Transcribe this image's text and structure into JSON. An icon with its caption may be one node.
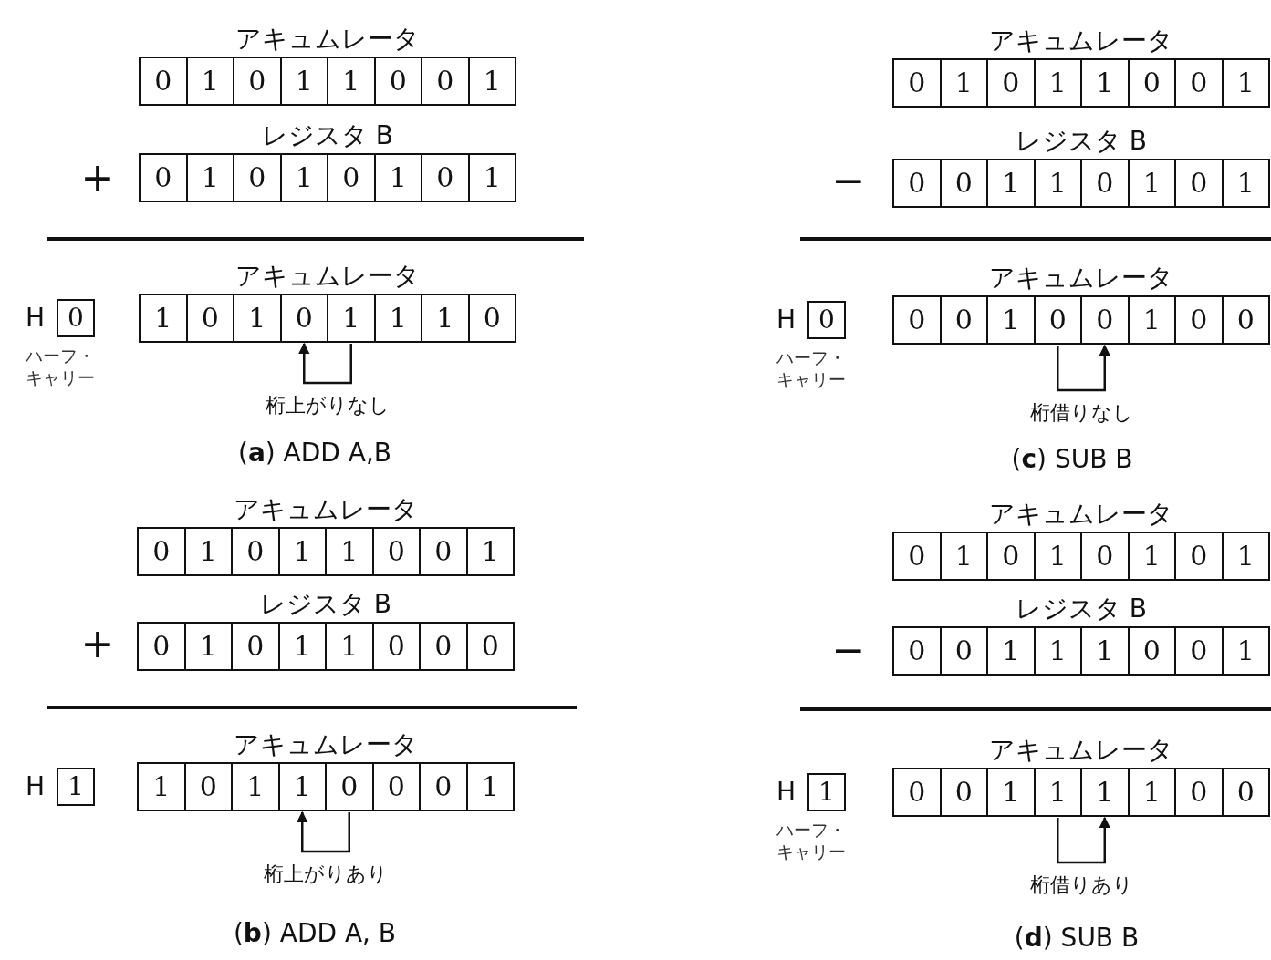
{
  "diagram": {
    "nodes": [
      {
        "text": [
          "アキュムレータ"
        ]
      },
      {
        "text": [
          "0"
        ],
        "in": 0
      },
      {
        "text": [
          "1"
        ],
        "in": 0
      },
      {
        "text": [
          "0"
        ],
        "in": 0
      },
      {
        "text": [
          "1"
        ],
        "in": 0
      },
      {
        "text": [
          "1"
        ],
        "in": 0
      },
      {
        "text": [
          "0"
        ],
        "in": 0
      },
      {
        "text": [
          "0"
        ],
        "in": 0
      },
      {
        "text": [
          "1"
        ],
        "in": 0
      },
      {
        "text": [
          "レジスタ B"
        ]
      },
      {
        "text": [
          "0"
        ],
        "in": 9
      },
      {
        "text": [
          "1"
        ],
        "in": 9
      },
      {
        "text": [
          "0"
        ],
        "in": 9
      },
      {
        "text": [
          "1"
        ],
        "in": 9
      },
      {
        "text": [
          "0"
        ],
        "in": 9
      },
      {
        "text": [
          "1"
        ],
        "in": 9
      },
      {
        "text": [
          "0"
        ],
        "in": 9
      },
      {
        "text": [
          "1"
        ],
        "in": 9
      },
      {
        "text": [
          "0"
        ],
        "beside": [
          "H",
          "ハーフ・キャリー"
        ]
      },
      {
        "text": [
          "アキュムレータ"
        ]
      },
      {
        "text": [
          "1"
        ],
        "in": 19
      },
      {
        "text": [
          "0"
        ],
        "in": 19
      },
      {
        "text": [
          "1"
        ],
        "in": 19
      },
      {
        "text": [
          "0"
        ],
        "in": 19
      },
      {
        "text": [
          "1"
        ],
        "in": 19
      },
      {
        "text": [
          "1"
        ],
        "in": 19
      },
      {
        "text": [
          "1"
        ],
        "in": 19
      },
      {
        "text": [
          "0"
        ],
        "in": 19
      },
      {
        "text": [
          "アキュムレータ"
        ]
      },
      {
        "text": [
          "0"
        ],
        "in": 28
      },
      {
        "text": [
          "1"
        ],
        "in": 28
      },
      {
        "text": [
          "0"
        ],
        "in": 28
      },
      {
        "text": [
          "1"
        ],
        "in": 28
      },
      {
        "text": [
          "1"
        ],
        "in": 28
      },
      {
        "text": [
          "0"
        ],
        "in": 28
      },
      {
        "text": [
          "0"
        ],
        "in": 28
      },
      {
        "text": [
          "1"
        ],
        "in": 28
      },
      {
        "text": [
          "レジスタ B"
        ]
      },
      {
        "text": [
          "0"
        ],
        "in": 37
      },
      {
        "text": [
          "1"
        ],
        "in": 37
      },
      {
        "text": [
          "0"
        ],
        "in": 37
      },
      {
        "text": [
          "1"
        ],
        "in": 37
      },
      {
        "text": [
          "1"
        ],
        "in": 37
      },
      {
        "text": [
          "0"
        ],
        "in": 37
      },
      {
        "text": [
          "0"
        ],
        "in": 37
      },
      {
        "text": [
          "0"
        ],
        "in": 37
      },
      {
        "text": [
          "1"
        ],
        "beside": [
          "H"
        ]
      },
      {
        "text": [
          "アキュムレータ"
        ]
      },
      {
        "text": [
          "1"
        ],
        "in": 47
      },
      {
        "text": [
          "0"
        ],
        "in": 47
      },
      {
        "text": [
          "1"
        ],
        "in": 47
      },
      {
        "text": [
          "1"
        ],
        "in": 47
      },
      {
        "text": [
          "0"
        ],
        "in": 47
      },
      {
        "text": [
          "0"
        ],
        "in": 47
      },
      {
        "text": [
          "0"
        ],
        "in": 47
      },
      {
        "text": [
          "1"
        ],
        "in": 47
      },
      {
        "text": [
          "アキュムレータ"
        ]
      },
      {
        "text": [
          "0"
        ],
        "in": 56
      },
      {
        "text": [
          "1"
        ],
        "in": 56
      },
      {
        "text": [
          "0"
        ],
        "in": 56
      },
      {
        "text": [
          "1"
        ],
        "in": 56
      },
      {
        "text": [
          "1"
        ],
        "in": 56
      },
      {
        "text": [
          "0"
        ],
        "in": 56
      },
      {
        "text": [
          "0"
        ],
        "in": 56
      },
      {
        "text": [
          "1"
        ],
        "in": 56
      },
      {
        "text": [
          "レジスタ B"
        ]
      },
      {
        "text": [
          "0"
        ],
        "in": 65
      },
      {
        "text": [
          "0"
        ],
        "in": 65
      },
      {
        "text": [
          "1"
        ],
        "in": 65
      },
      {
        "text": [
          "1"
        ],
        "in": 65
      },
      {
        "text": [
          "0"
        ],
        "in": 65
      },
      {
        "text": [
          "1"
        ],
        "in": 65
      },
      {
        "text": [
          "0"
        ],
        "in": 65
      },
      {
        "text": [
          "1"
        ],
        "in": 65
      },
      {
        "text": [
          "0"
        ],
        "beside": [
          "H",
          "ハーフ・キャリー"
        ]
      },
      {
        "text": [
          "アキュムレータ"
        ]
      },
      {
        "text": [
          "0"
        ],
        "in": 75
      },
      {
        "text": [
          "0"
        ],
        "in": 75
      },
      {
        "text": [
          "1"
        ],
        "in": 75
      },
      {
        "text": [
          "0"
        ],
        "in": 75
      },
      {
        "text": [
          "0"
        ],
        "in": 75
      },
      {
        "text": [
          "1"
        ],
        "in": 75
      },
      {
        "text": [
          "0"
        ],
        "in": 75
      },
      {
        "text": [
          "0"
        ],
        "in": 75
      },
      {
        "text": [
          "アキュムレータ"
        ]
      },
      {
        "text": [
          "0"
        ],
        "in": 84
      },
      {
        "text": [
          "1"
        ],
        "in": 84
      },
      {
        "text": [
          "0"
        ],
        "in": 84
      },
      {
        "text": [
          "1"
        ],
        "in": 84
      },
      {
        "text": [
          "0"
        ],
        "in": 84
      },
      {
        "text": [
          "1"
        ],
        "in": 84
      },
      {
        "text": [
          "0"
        ],
        "in": 84
      },
      {
        "text": [
          "1"
        ],
        "in": 84
      },
      {
        "text": [
          "レジスタ B"
        ]
      },
      {
        "text": [
          "0"
        ],
        "in": 93
      },
      {
        "text": [
          "0"
        ],
        "in": 93
      },
      {
        "text": [
          "1"
        ],
        "in": 93
      },
      {
        "text": [
          "1"
        ],
        "in": 93
      },
      {
        "text": [
          "1"
        ],
        "in": 93
      },
      {
        "text": [
          "0"
        ],
        "in": 93
      },
      {
        "text": [
          "0"
        ],
        "in": 93
      },
      {
        "text": [
          "1"
        ],
        "in": 93
      },
      {
        "text": [
          "1"
        ],
        "beside": [
          "H",
          "ハーフ・キャリー"
        ]
      },
      {
        "text": [
          "アキュムレータ"
        ]
      },
      {
        "text": [
          "0"
        ],
        "in": 103
      },
      {
        "text": [
          "0"
        ],
        "in": 103
      },
      {
        "text": [
          "1"
        ],
        "in": 103
      },
      {
        "text": [
          "1"
        ],
        "in": 103
      },
      {
        "text": [
          "1"
        ],
        "in": 103
      },
      {
        "text": [
          "1"
        ],
        "in": 103
      },
      {
        "text": [
          "0"
        ],
        "in": 103
      },
      {
        "text": [
          "0"
        ],
        "in": 103
      }
    ],
    "edges": [
      {
        "from": 24,
        "to": 23,
        "arrow": "to",
        "label": "桁上がりなし"
      },
      {
        "from": 52,
        "to": 51,
        "arrow": "to",
        "label": "桁上がりあり"
      },
      {
        "from": 79,
        "to": 80,
        "arrow": "to",
        "label": "桁借りなし"
      },
      {
        "from": 107,
        "to": 108,
        "arrow": "to",
        "label": "桁借りあり"
      }
    ],
    "labels": [
      "+",
      "(**a**) ADD A,B",
      "+",
      "(**b**) ADD A, B",
      "−",
      "(**c**) SUB B",
      "−",
      "(**d**) SUB B"
    ]
  }
}
